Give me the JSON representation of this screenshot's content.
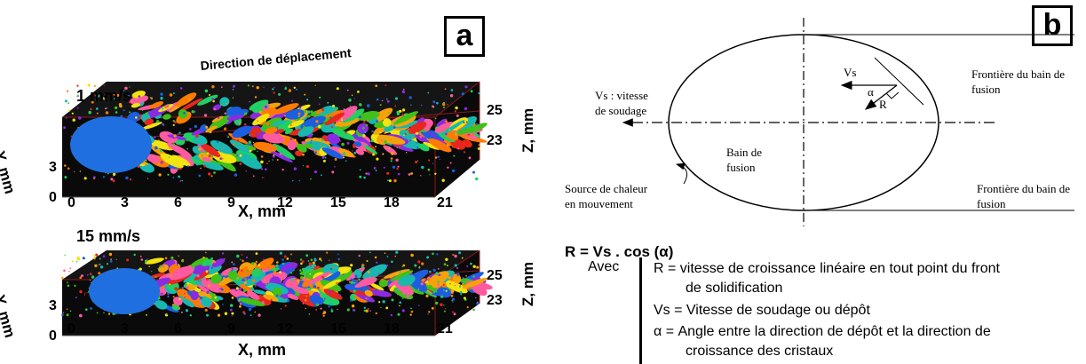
{
  "panel_a": {
    "label": "a",
    "direction_label": "Direction de déplacement",
    "plots": [
      {
        "speed": "1 mm/s",
        "x_ticks": [
          "0",
          "3",
          "6",
          "9",
          "12",
          "15",
          "18",
          "21"
        ],
        "x_label": "X, mm",
        "y_ticks": [
          "0",
          "3"
        ],
        "y_label": "Y, mm",
        "z_ticks": [
          "25",
          "23"
        ],
        "z_label": "Z, mm"
      },
      {
        "speed": "15 mm/s",
        "x_ticks": [
          "0",
          "3",
          "6",
          "9",
          "12",
          "15",
          "18",
          "21"
        ],
        "x_label": "X, mm",
        "y_ticks": [
          "0",
          "3"
        ],
        "y_label": "Y, mm",
        "z_ticks": [
          "25",
          "23"
        ],
        "z_label": "Z, mm"
      }
    ]
  },
  "panel_b": {
    "label": "b",
    "vs_label": "Vs",
    "alpha_label": "α",
    "r_label": "R",
    "vitesse_line1": "Vs : vitesse",
    "vitesse_line2": "de soudage",
    "bain_line1": "Bain de",
    "bain_line2": "fusion",
    "source_line1": "Source de chaleur",
    "source_line2": "en mouvement",
    "frontiere_top_1": "Frontière du bain de",
    "frontiere_top_2": "fusion",
    "frontiere_bot_1": "Frontière du bain de",
    "frontiere_bot_2": "fusion"
  },
  "equation": "R = Vs . cos (α)",
  "avec_label": "Avec",
  "definitions": {
    "r_line1": "R  = vitesse de croissance linéaire en tout point du front",
    "r_line2": "de solidification",
    "vs_line": "Vs = Vitesse de soudage ou dépôt",
    "alpha_line1": "α  = Angle entre la direction de dépôt et la direction de",
    "alpha_line2": "croissance des cristaux"
  }
}
